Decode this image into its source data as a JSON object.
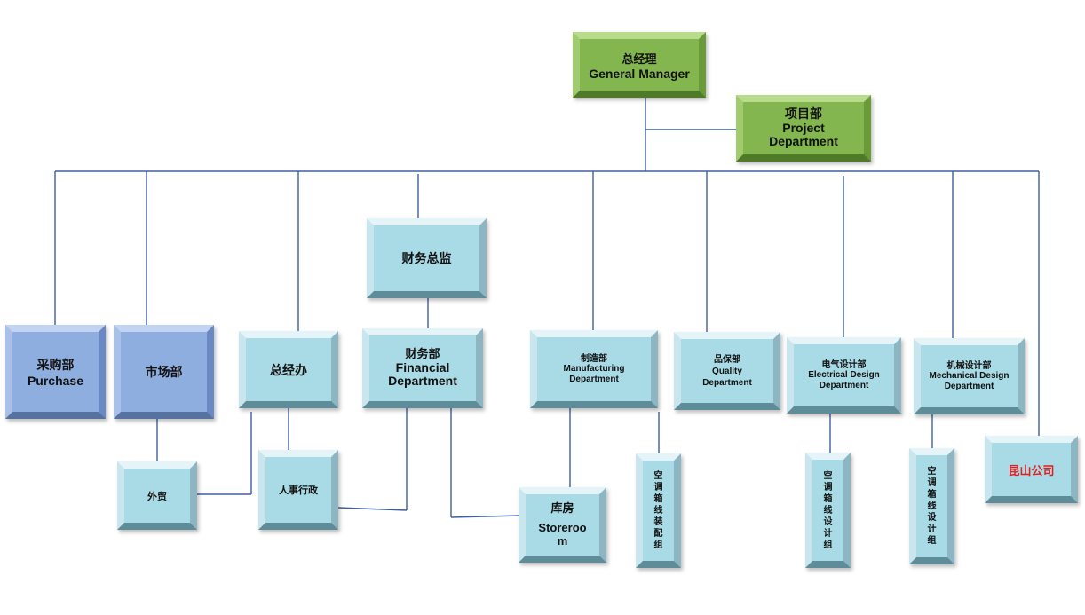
{
  "nodes": {
    "general_manager": {
      "zh": "总经理",
      "en": "General Manager"
    },
    "project_dept": {
      "zh": "项目部",
      "en1": "Project",
      "en2": "Department"
    },
    "cfo": {
      "zh": "财务总监"
    },
    "purchase": {
      "zh": "采购部",
      "en": "Purchase"
    },
    "marketing": {
      "zh": "市场部"
    },
    "gm_office": {
      "zh": "总经办"
    },
    "financial": {
      "zh": "财务部",
      "en1": "Financial",
      "en2": "Department"
    },
    "manufacturing": {
      "zh": "制造部",
      "en1": "Manufacturing",
      "en2": "Department"
    },
    "quality": {
      "zh": "品保部",
      "en1": "Quality",
      "en2": "Department"
    },
    "electrical": {
      "zh": "电气设计部",
      "en1": "Electrical Design",
      "en2": "Department"
    },
    "mechanical": {
      "zh": "机械设计部",
      "en1": "Mechanical Design",
      "en2": "Department"
    },
    "foreign_trade": {
      "zh": "外贸"
    },
    "hr_admin": {
      "zh": "人事行政"
    },
    "storeroom": {
      "zh": "库房",
      "en1": "Storeroo",
      "en2": "m"
    },
    "ac_assembly": {
      "chars": [
        "空",
        "调",
        "箱",
        "线",
        "装",
        "配",
        "组"
      ]
    },
    "ac_design_elec": {
      "chars": [
        "空",
        "调",
        "箱",
        "线",
        "设",
        "计",
        "组"
      ]
    },
    "ac_design_mech": {
      "chars": [
        "空",
        "调",
        "箱",
        "线",
        "设",
        "计",
        "组"
      ]
    },
    "kunshan": {
      "zh": "昆山公司"
    }
  },
  "colors": {
    "green_box": "#83b64f",
    "blue_box": "#8faee0",
    "teal_box": "#a9dbe6",
    "connector": "#3f5fa3",
    "kunshan_text": "#e02020"
  }
}
